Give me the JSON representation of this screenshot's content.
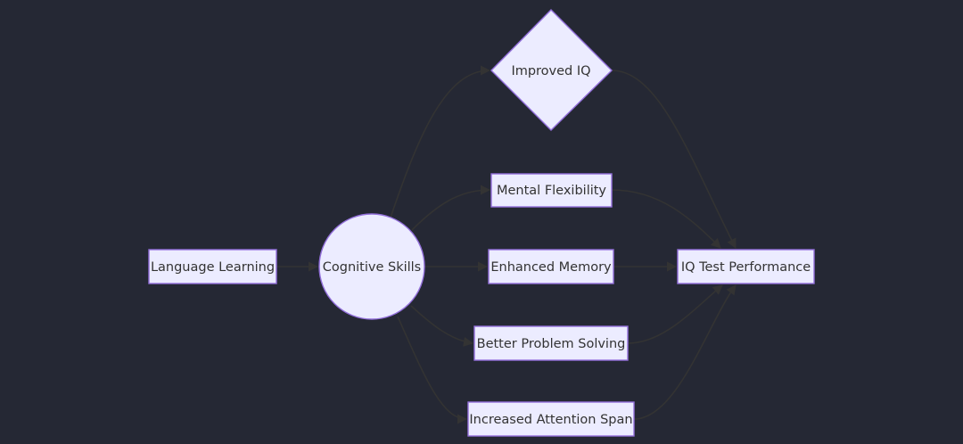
{
  "diagram": {
    "type": "flowchart",
    "direction": "left-to-right",
    "colors": {
      "background": "#252834",
      "node_fill": "#ECECFF",
      "node_stroke": "#9370DB",
      "edge": "#333333",
      "text": "#333333"
    },
    "nodes": [
      {
        "id": "A",
        "label": "Language Learning",
        "shape": "rectangle"
      },
      {
        "id": "B",
        "label": "Cognitive Skills",
        "shape": "circle"
      },
      {
        "id": "C",
        "label": "Improved IQ",
        "shape": "diamond"
      },
      {
        "id": "D",
        "label": "Mental Flexibility",
        "shape": "rectangle"
      },
      {
        "id": "E",
        "label": "Enhanced Memory",
        "shape": "rectangle"
      },
      {
        "id": "F",
        "label": "Better Problem Solving",
        "shape": "rectangle"
      },
      {
        "id": "G",
        "label": "Increased Attention Span",
        "shape": "rectangle"
      },
      {
        "id": "H",
        "label": "IQ Test Performance",
        "shape": "rectangle"
      }
    ],
    "edges": [
      {
        "from": "A",
        "to": "B"
      },
      {
        "from": "B",
        "to": "C"
      },
      {
        "from": "B",
        "to": "D"
      },
      {
        "from": "B",
        "to": "E"
      },
      {
        "from": "B",
        "to": "F"
      },
      {
        "from": "B",
        "to": "G"
      },
      {
        "from": "C",
        "to": "H"
      },
      {
        "from": "D",
        "to": "H"
      },
      {
        "from": "E",
        "to": "H"
      },
      {
        "from": "F",
        "to": "H"
      },
      {
        "from": "G",
        "to": "H"
      }
    ]
  }
}
